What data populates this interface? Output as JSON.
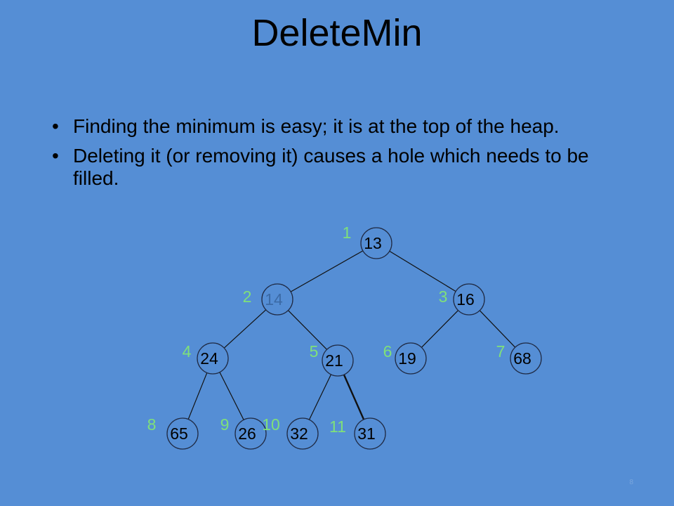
{
  "slide": {
    "title": "DeleteMin",
    "bullets": [
      "Finding the minimum is easy; it is at the top of the heap.",
      "Deleting it (or removing it) causes a hole which needs to be filled."
    ],
    "page_number": "8"
  },
  "heap": {
    "nodes": [
      {
        "index": "1",
        "value": "13"
      },
      {
        "index": "2",
        "value": "14",
        "dim": true
      },
      {
        "index": "3",
        "value": "16"
      },
      {
        "index": "4",
        "value": "24"
      },
      {
        "index": "5",
        "value": "21"
      },
      {
        "index": "6",
        "value": "19"
      },
      {
        "index": "7",
        "value": "68"
      },
      {
        "index": "8",
        "value": "65"
      },
      {
        "index": "9",
        "value": "26"
      },
      {
        "index": "10",
        "value": "32"
      },
      {
        "index": "11",
        "value": "31"
      }
    ],
    "colors": {
      "background": "#558ed5",
      "index_label": "#7fe07a",
      "dim_value": "#3b6aa6"
    }
  }
}
